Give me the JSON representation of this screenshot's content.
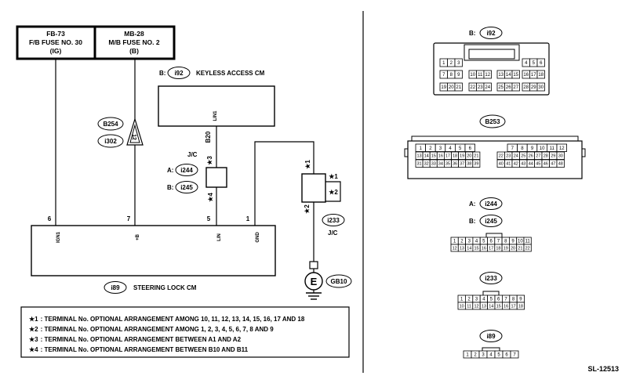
{
  "fuses": [
    {
      "id": "FB-73",
      "line1": "F/B FUSE NO. 30",
      "line2": "(IG)"
    },
    {
      "id": "MB-28",
      "line1": "M/B FUSE NO. 2",
      "line2": "(B)"
    }
  ],
  "keyless": {
    "prefix": "B:",
    "conn": "i92",
    "label": "KEYLESS ACCESS CM",
    "pin_label": "LIN1",
    "pin_num": "B20"
  },
  "jc_left": {
    "label": "J/C",
    "a_prefix": "A:",
    "a_conn": "i244",
    "b_prefix": "B:",
    "b_conn": "i245",
    "star_top": "★3",
    "star_bottom": "★4"
  },
  "jc_right": {
    "label": "J/C",
    "conn": "i233",
    "star_top": "★1",
    "star_right1": "★1",
    "star_right2": "★2",
    "star_bottom": "★2"
  },
  "harness": {
    "conn_top": "B254",
    "conn_bottom": "i302",
    "pin": "12"
  },
  "ground": {
    "symbol": "E",
    "conn": "GB10"
  },
  "steering": {
    "conn": "i89",
    "label": "STEERING LOCK CM",
    "pins": [
      {
        "num": "6",
        "name": "IGN1"
      },
      {
        "num": "7",
        "name": "+B"
      },
      {
        "num": "5",
        "name": "LIN"
      },
      {
        "num": "1",
        "name": "GND"
      }
    ]
  },
  "notes": [
    {
      "mark": "★1",
      "text": ": TERMINAL No. OPTIONAL ARRANGEMENT AMONG 10, 11, 12, 13, 14, 15, 16, 17 AND 18"
    },
    {
      "mark": "★2",
      "text": ": TERMINAL No. OPTIONAL ARRANGEMENT AMONG 1, 2, 3, 4, 5, 6, 7, 8 AND 9"
    },
    {
      "mark": "★3",
      "text": ": TERMINAL No. OPTIONAL ARRANGEMENT BETWEEN A1 AND A2"
    },
    {
      "mark": "★4",
      "text": ": TERMINAL No. OPTIONAL ARRANGEMENT BETWEEN B10 AND B11"
    }
  ],
  "connectors": {
    "i92": {
      "prefix": "B:",
      "name": "i92",
      "row1_left": [
        "1",
        "2",
        "3"
      ],
      "row1_right": [
        "4",
        "5",
        "6"
      ],
      "row2": [
        [
          "7",
          "8",
          "9"
        ],
        [
          "10",
          "11",
          "12"
        ],
        [
          "13",
          "14",
          "15"
        ],
        [
          "16",
          "17",
          "18"
        ]
      ],
      "row3": [
        [
          "19",
          "20",
          "21"
        ],
        [
          "22",
          "23",
          "24"
        ],
        [
          "25",
          "26",
          "27"
        ],
        [
          "28",
          "29",
          "30"
        ]
      ]
    },
    "b253": {
      "name": "B253",
      "left_top": [
        "1",
        "2",
        "3",
        "4",
        "5",
        "6"
      ],
      "left_mid": [
        "13",
        "14",
        "15",
        "16",
        "17",
        "18",
        "19",
        "20",
        "21"
      ],
      "left_bot": [
        "31",
        "32",
        "33",
        "34",
        "35",
        "36",
        "37",
        "38",
        "39"
      ],
      "right_top": [
        "7",
        "8",
        "9",
        "10",
        "11",
        "12"
      ],
      "right_mid": [
        "22",
        "23",
        "24",
        "25",
        "26",
        "27",
        "28",
        "29",
        "30"
      ],
      "right_bot": [
        "40",
        "41",
        "42",
        "43",
        "44",
        "45",
        "46",
        "47",
        "48"
      ]
    },
    "i244": {
      "a_prefix": "A:",
      "a_name": "i244",
      "b_prefix": "B:",
      "b_name": "i245",
      "top": [
        "1",
        "2",
        "3",
        "4",
        "5",
        "6",
        "7",
        "8",
        "9",
        "10",
        "11"
      ],
      "bottom": [
        "12",
        "13",
        "14",
        "15",
        "16",
        "17",
        "18",
        "19",
        "20",
        "21",
        "22"
      ]
    },
    "i233": {
      "name": "i233",
      "top": [
        "1",
        "2",
        "3",
        "4",
        "5",
        "6",
        "7",
        "8",
        "9"
      ],
      "bottom": [
        "10",
        "11",
        "12",
        "13",
        "14",
        "15",
        "16",
        "17",
        "18"
      ]
    },
    "i89": {
      "name": "i89",
      "pins": [
        "1",
        "2",
        "3",
        "4",
        "5",
        "6",
        "7"
      ]
    }
  },
  "code": "SL-12513"
}
